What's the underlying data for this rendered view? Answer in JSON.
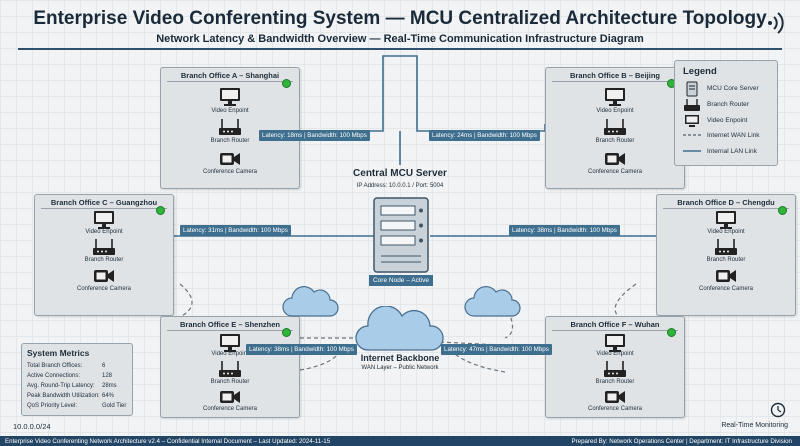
{
  "header": {
    "title": "Enterprise Video Conferenting System — MCU Centralized Architecture Topology",
    "subtitle": "Network Latency & Bandwidth Overview — Real-Time Communication Infrastructure Diagram"
  },
  "offices": [
    {
      "name": "Branch Office A – Shanghai",
      "devices": [
        "Video Enpoint",
        "Branch Router",
        "Conference Camera"
      ],
      "latency": "Latency: 18ms | Bandwidth: 100 Mbps"
    },
    {
      "name": "Branch Office B – Beijing",
      "devices": [
        "Video Enpoint",
        "Branch Router",
        "Conference Camera"
      ],
      "latency": "Latency: 24ms | Bandwidth: 100 Mbps"
    },
    {
      "name": "Branch Office C – Guangzhou",
      "devices": [
        "Video Enpoint",
        "Branch Router",
        "Conference Camera"
      ],
      "latency": "Latency: 31ms | Bandwidth: 100 Mbps"
    },
    {
      "name": "Branch Office D – Chengdu",
      "devices": [
        "Video Enpoint",
        "Branch Router",
        "Conference Camera"
      ],
      "latency": "Latency: 38ms | Bandwidth: 100 Mbps"
    },
    {
      "name": "Branch Office E – Shenzhen",
      "devices": [
        "Video Enpoint",
        "Branch Router",
        "Conference Camera"
      ],
      "latency": "Latency: 38ms | Bandwidth: 100 Mbps"
    },
    {
      "name": "Branch Office F – Wuhan",
      "devices": [
        "Video Enpoint",
        "Branch Router",
        "Conference Camera"
      ],
      "latency": "Latency: 47ms | Bandwidth: 100 Mbps"
    }
  ],
  "mcu": {
    "title": "Central MCU Server",
    "ip": "IP Address: 10.0.0.1 / Port: 5004",
    "core_label": "Core Node – Active"
  },
  "backbone": {
    "title": "Internet Backbone",
    "subtitle": "WAN Layer – Public Network"
  },
  "legend": {
    "title": "Legend",
    "items": [
      "MCU Core Server",
      "Branch Router",
      "Video Enpoint",
      "Internet WAN Link",
      "Internal LAN Link"
    ]
  },
  "metrics": {
    "title": "System Metrics",
    "rows": [
      {
        "label": "Total Branch Offices:",
        "value": "6"
      },
      {
        "label": "Active Connections:",
        "value": "128"
      },
      {
        "label": "Avg. Round-Trip Latency:",
        "value": "28ms"
      },
      {
        "label": "Peak Bandwidth Utilization:",
        "value": "64%"
      },
      {
        "label": "QoS Priority Level:",
        "value": "Gold Tier"
      }
    ]
  },
  "subnet": "10.0.0.0/24",
  "status": "Real-Time Monitoring",
  "footer": {
    "left": "Enterprise Video Conferenting Network Architecture v2.4 – Confidential Internal Document – Last Updated: 2024-11-15",
    "right": "Prepared By: Network Operations Center | Department: IT Infrastructure Division"
  },
  "colors": {
    "link": "#3f6f8e",
    "header_rule": "#30506e",
    "status_dot": "#2fb53c",
    "footer_bg": "#234565"
  }
}
